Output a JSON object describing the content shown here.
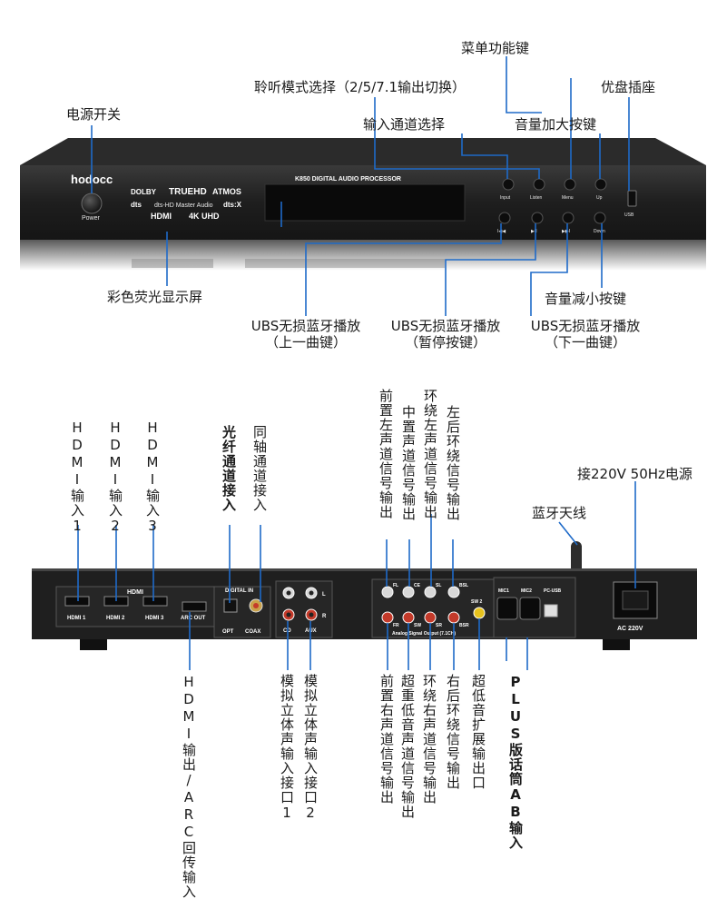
{
  "colors": {
    "leader": "#1e6ac8",
    "chassis": "#1c1c1c",
    "panel": "#2a2a2a",
    "text": "#1a1a1a"
  },
  "front": {
    "brand": "hodocc",
    "model_text": "K850 DIGITAL AUDIO PROCESSOR",
    "logos": {
      "dolby": "DOLBY",
      "truehd": "TRUEHD",
      "atmos": "ATMOS",
      "dts": "dts",
      "dts_hd": "dts-HD Master Audio",
      "dtsx": "dts:X",
      "hdmi": "HDMI",
      "uhd": "4K UHD"
    },
    "power_text": "Power",
    "buttons_top": [
      "Input",
      "Listen",
      "Menu",
      "Up"
    ],
    "buttons_bottom": [
      "I◀◀",
      "▶II",
      "▶▶I",
      "Down"
    ],
    "usb_text": "USB",
    "labels": {
      "power": "电源开关",
      "listen": "聆听模式选择（2/5/7.1输出切换）",
      "menu": "菜单功能键",
      "input": "输入通道选择",
      "vol_up": "音量加大按键",
      "usb": "优盘插座",
      "display": "彩色荧光显示屏",
      "vol_down": "音量减小按键",
      "prev_1": "UBS无损蓝牙播放",
      "prev_2": "（上一曲键）",
      "pause_1": "UBS无损蓝牙播放",
      "pause_2": "（暂停按键）",
      "next_1": "UBS无损蓝牙播放",
      "next_2": "（下一曲键）"
    }
  },
  "rear": {
    "panel_text": {
      "hdmi": "HDMI",
      "hdmi1": "HDMI 1",
      "hdmi2": "HDMI 2",
      "hdmi3": "HDMI 3",
      "arc": "ARC OUT",
      "digital": "DIGITAL IN",
      "opt": "OPT",
      "coax": "COAX",
      "cd": "CD",
      "aux": "AUX",
      "l": "L",
      "r": "R",
      "fl": "FL",
      "ce": "CE",
      "sl": "SL",
      "bsl": "BSL",
      "fr": "FR",
      "sw": "SW",
      "sr": "SR",
      "bsr": "BSR",
      "sw2": "SW 2",
      "analog": "Analog Signal Output (7.1CH)",
      "mic1": "MIC1",
      "mic2": "MIC2",
      "pcusb": "PC-USB",
      "ac": "AC 220V"
    },
    "labels": {
      "hdmi1": "HDMI输入1",
      "hdmi2": "HDMI输入2",
      "hdmi3": "HDMI输入3",
      "optical": "光纤通道接入",
      "coax": "同轴通道接入",
      "fl": "前置左声道信号输出",
      "ce": "中置声道信号输出",
      "sl": "环绕左声道信号输出",
      "bsl": "左后环绕信号输出",
      "power_in": "接220V 50Hz电源",
      "bt": "蓝牙天线",
      "arc": "HDMI输出/ARC回传输入",
      "cd": "模拟立体声输入接口1",
      "aux": "模拟立体声输入接口2",
      "fr": "前置右声道信号输出",
      "sw": "超重低音声道信号输出",
      "sr": "环绕右声道信号输出",
      "bsr": "右后环绕信号输出",
      "sw2": "超低音扩展输出口",
      "mic": "PLUS版话筒AB输入"
    }
  }
}
